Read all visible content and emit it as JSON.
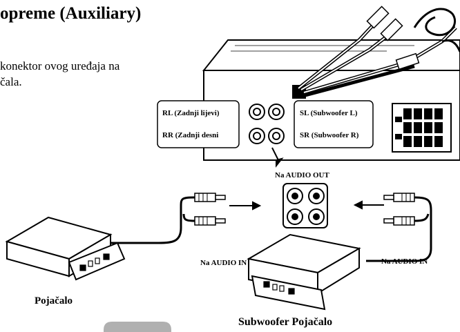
{
  "page": {
    "title": "opreme (Auxiliary)",
    "intro_line1": "konektor ovog uređaja na",
    "intro_line2": "čala."
  },
  "diagram": {
    "left_labels": [
      "RL (Zadnji lijevi)",
      "RR (Zadnji desni"
    ],
    "right_labels": [
      "SL (Subwoofer L)",
      "SR (Subwoofer R)"
    ],
    "audio_out_label": "Na AUDIO OUT",
    "audio_in_left": "Na AUDIO IN",
    "audio_in_right": "Na AUDIO IN",
    "amp_label": "Pojačalo",
    "sub_amp_label": "Subwoofer Pojačalo"
  }
}
